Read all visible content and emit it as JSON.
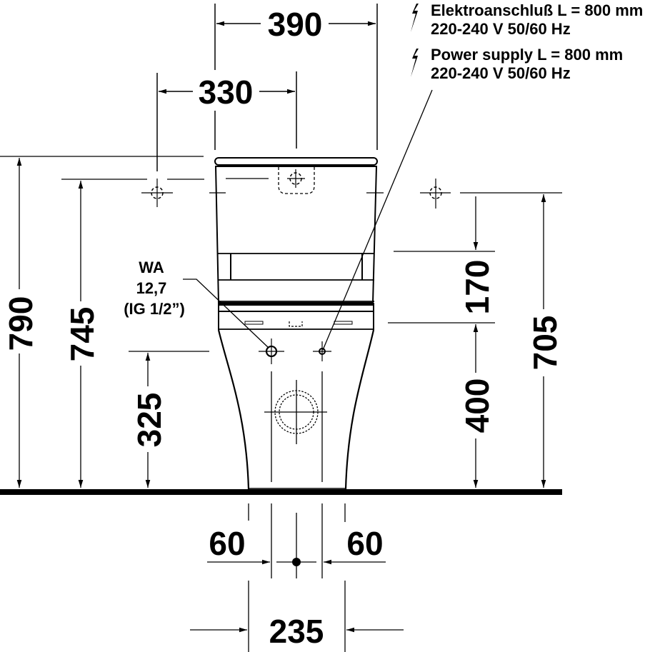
{
  "drawing": {
    "type": "technical dimension drawing - front view of close-coupled toilet",
    "colors": {
      "line": "#000000",
      "background": "#ffffff"
    },
    "units": "mm"
  },
  "notes": {
    "electrical_de": {
      "icon": "lightning-bolt-icon",
      "line1": "Elektroanschluß L = 800 mm",
      "line2": "220-240 V  50/60 Hz"
    },
    "electrical_en": {
      "icon": "lightning-bolt-icon",
      "line1": "Power supply L = 800 mm",
      "line2": "220-240 V  50/60 Hz"
    }
  },
  "water_inlet": {
    "line1": "WA",
    "line2": "12,7",
    "line3": "(IG 1/2”)"
  },
  "dimensions": {
    "width_total": "390",
    "fixing_spacing": "330",
    "height_total": "790",
    "height_fixing_left": "745",
    "height_inlet": "325",
    "height_fixing_right": "705",
    "offset_upper": "170",
    "height_lower": "400",
    "offset_left": "60",
    "offset_right": "60",
    "base_width": "235"
  }
}
